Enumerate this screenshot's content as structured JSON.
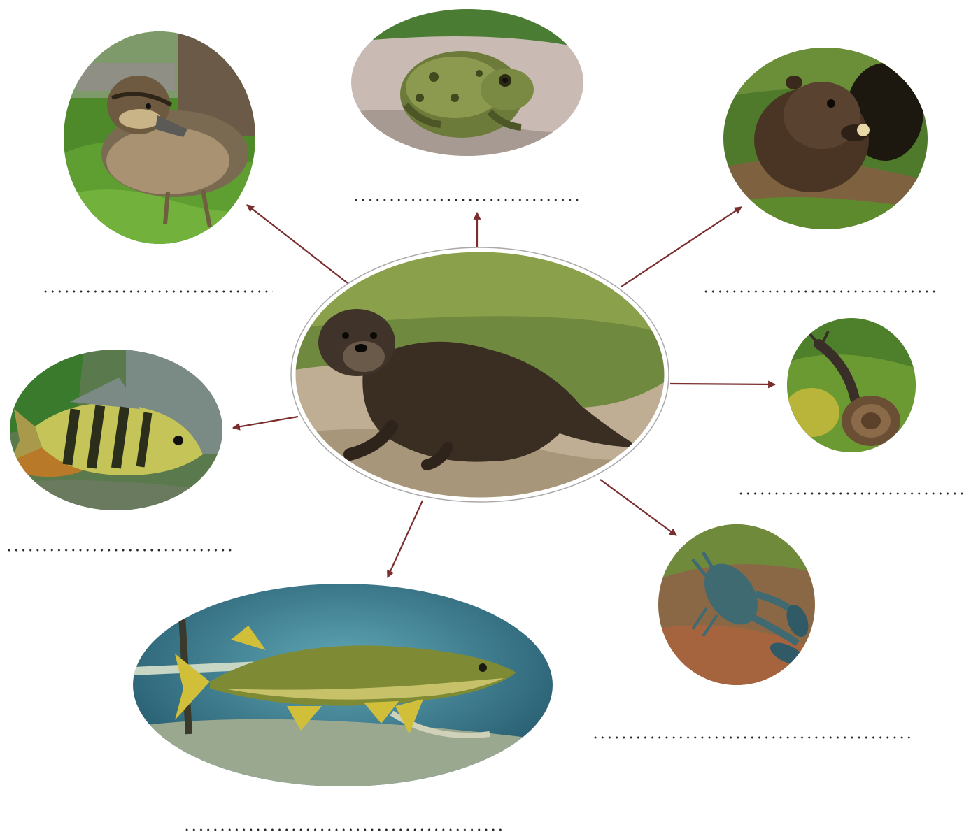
{
  "diagram": {
    "center": {
      "animal": "otter",
      "icon": "otter-icon"
    },
    "prey": [
      {
        "id": "duckling",
        "animal": "duckling",
        "icon": "duckling-icon",
        "answer": ""
      },
      {
        "id": "toad",
        "animal": "toad",
        "icon": "toad-icon",
        "answer": ""
      },
      {
        "id": "water-vole",
        "animal": "water vole",
        "icon": "water-vole-icon",
        "answer": ""
      },
      {
        "id": "snail",
        "animal": "snail",
        "icon": "snail-icon",
        "answer": ""
      },
      {
        "id": "crayfish",
        "animal": "crayfish",
        "icon": "crayfish-icon",
        "answer": ""
      },
      {
        "id": "pike",
        "animal": "pike",
        "icon": "pike-icon",
        "answer": ""
      },
      {
        "id": "perch",
        "animal": "perch",
        "icon": "perch-icon",
        "answer": ""
      }
    ],
    "arrow_color": "#7a2e2e",
    "frame_color": "#ffffff"
  }
}
